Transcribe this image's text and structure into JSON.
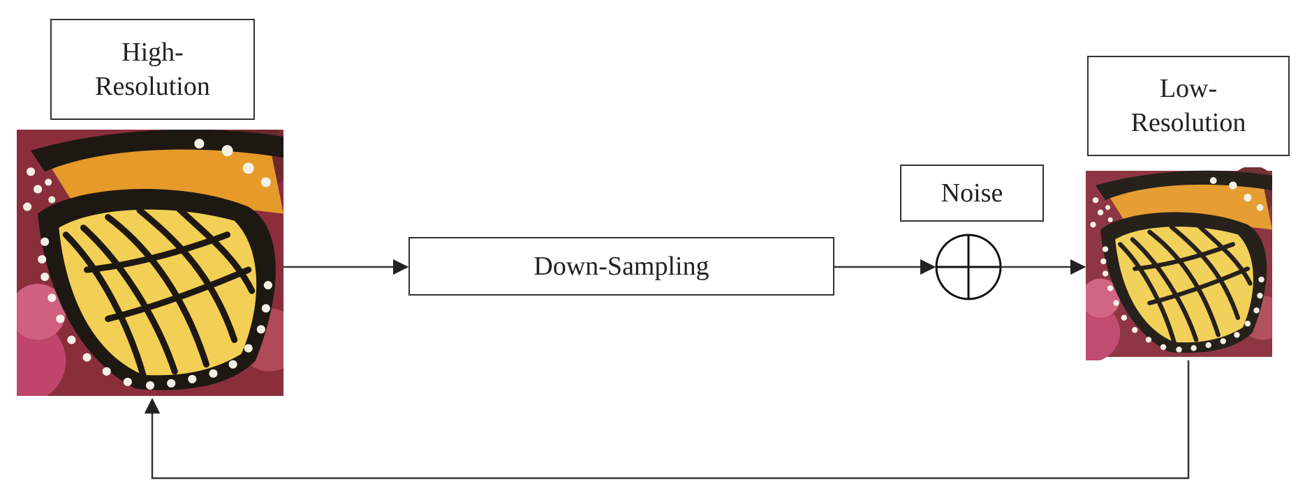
{
  "labels": {
    "high_resolution_line1": "High-",
    "high_resolution_line2": "Resolution",
    "low_resolution_line1": "Low-",
    "low_resolution_line2": "Resolution",
    "down_sampling": "Down-Sampling",
    "noise": "Noise"
  },
  "colors": {
    "line": "#333333",
    "butterfly_orange": "#e59a2a",
    "butterfly_yellow": "#f2d055",
    "butterfly_black": "#1e1812",
    "flower_pink": "#c0456a",
    "flower_dark": "#6d2a2c"
  },
  "icons": [
    "butterfly-image-high-res",
    "butterfly-image-low-res",
    "adder-circle-icon",
    "arrow-head-icon"
  ]
}
